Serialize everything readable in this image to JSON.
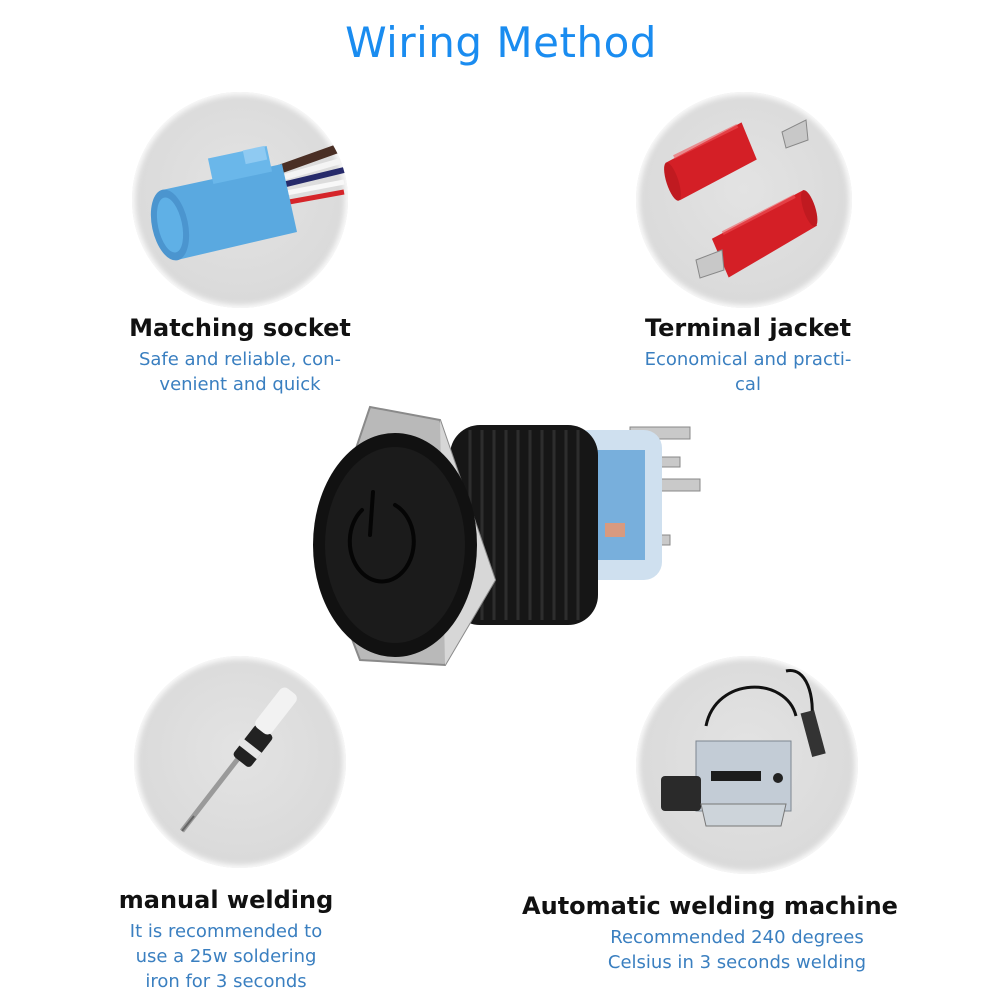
{
  "title": "Wiring Method",
  "colors": {
    "title": "#1a8cf0",
    "description": "#3a7fc0",
    "heading": "#111111",
    "circle_bg": "#dcdcdc"
  },
  "center_product": {
    "name": "black-metal-push-button-switch",
    "icon": "power-symbol"
  },
  "methods": [
    {
      "id": "matching-socket",
      "image": "blue-connector-socket-with-wires",
      "heading": "Matching socket",
      "description_lines": [
        "Safe and reliable, con-",
        "venient and quick"
      ]
    },
    {
      "id": "terminal-jacket",
      "image": "red-terminal-sleeves",
      "heading": "Terminal jacket",
      "description_lines": [
        "Economical and practi-",
        "cal"
      ]
    },
    {
      "id": "manual-welding",
      "image": "soldering-iron",
      "heading": "manual welding",
      "description_lines": [
        "It is recommended to",
        "use a 25w soldering",
        "iron for 3 seconds"
      ]
    },
    {
      "id": "automatic-welding-machine",
      "image": "soldering-station-with-foot-pedal",
      "heading": "Automatic welding machine",
      "description_lines": [
        "Recommended 240 degrees",
        "Celsius in 3 seconds welding"
      ]
    }
  ]
}
